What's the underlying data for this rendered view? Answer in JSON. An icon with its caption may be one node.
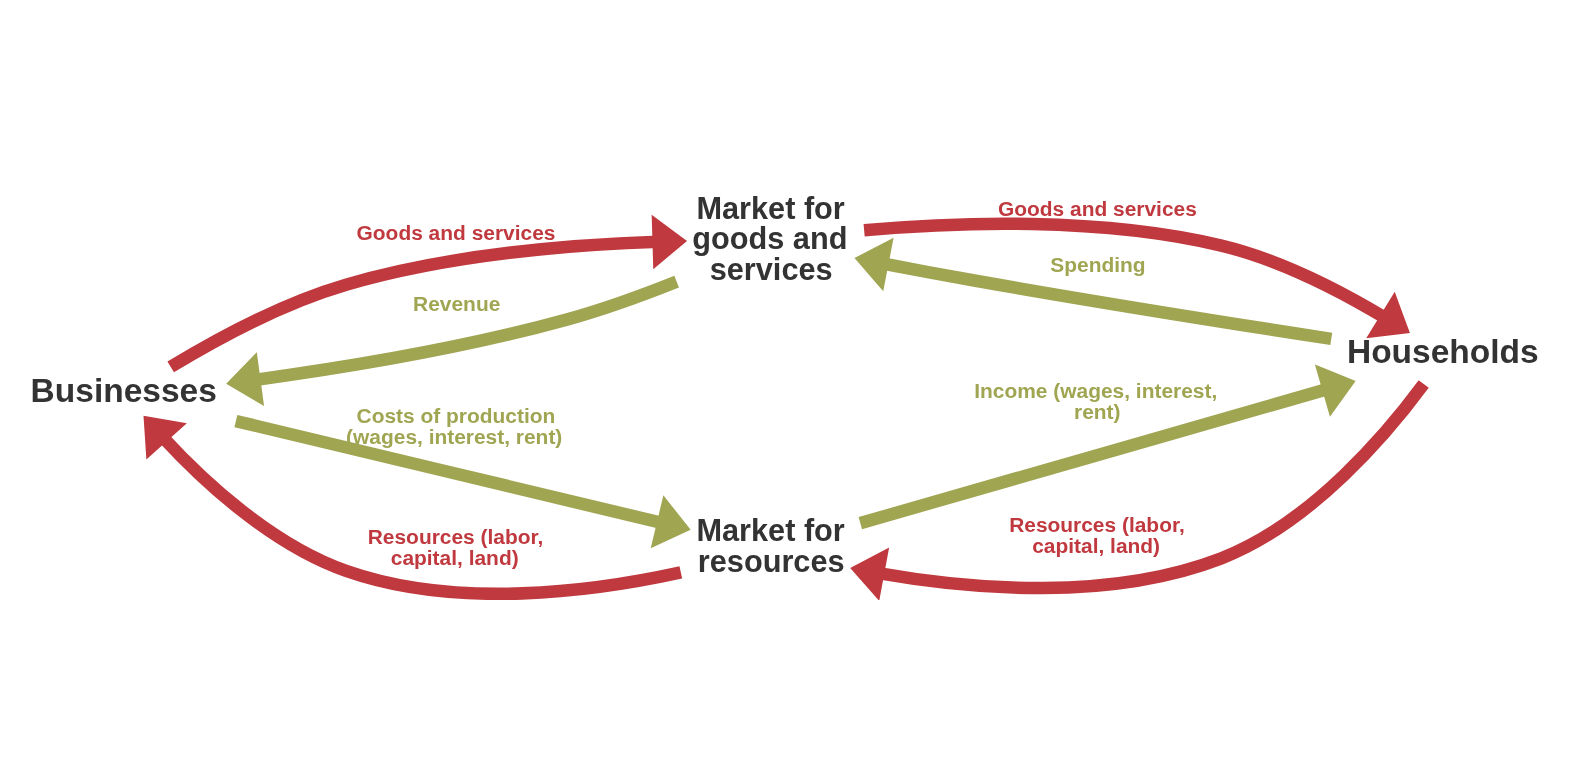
{
  "diagram": {
    "nodes": [
      {
        "text": [
          "Market for goods and services"
        ]
      },
      {
        "text": [
          "Businesses"
        ]
      },
      {
        "text": [
          "Households"
        ]
      },
      {
        "text": [
          "Market for resources"
        ]
      }
    ],
    "edges": [
      {
        "from": 0,
        "to": 2,
        "arrow": "to",
        "label": "Goods and services",
        "color": "#c0393f"
      },
      {
        "from": 1,
        "to": 0,
        "arrow": "to",
        "label": "Goods and services",
        "color": "#c0393f"
      },
      {
        "from": 2,
        "to": 0,
        "arrow": "to",
        "label": "Spending",
        "color": "#a0a552"
      },
      {
        "from": 0,
        "to": 1,
        "arrow": "to",
        "label": "Revenue",
        "color": "#a0a552"
      },
      {
        "from": 1,
        "to": 3,
        "arrow": "to",
        "label": "Costs of production (wages, interest, rent)",
        "color": "#a0a552"
      },
      {
        "from": 3,
        "to": 2,
        "arrow": "to",
        "label": "Income (wages, interest, rent)",
        "color": "#a0a552"
      },
      {
        "from": 2,
        "to": 3,
        "arrow": "to",
        "label": "Resources (labor, capital, land)",
        "color": "#c0393f"
      },
      {
        "from": 3,
        "to": 1,
        "arrow": "to",
        "label": "Resources (labor, capital, land)",
        "color": "#c0393f"
      }
    ]
  }
}
